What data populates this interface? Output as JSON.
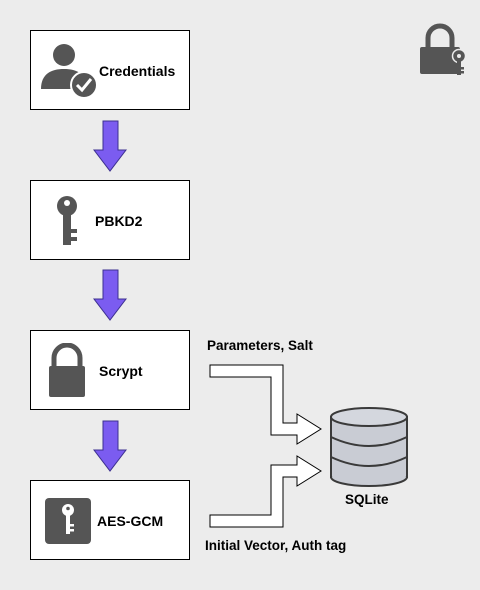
{
  "steps": [
    {
      "label": "Credentials",
      "icon": "user-check-icon"
    },
    {
      "label": "PBKD2",
      "icon": "key-icon"
    },
    {
      "label": "Scrypt",
      "icon": "padlock-icon"
    },
    {
      "label": "AES-GCM",
      "icon": "key-square-icon"
    }
  ],
  "storage": {
    "label": "SQLite",
    "icon": "database-icon"
  },
  "annotations": {
    "scrypt_output": "Parameters, Salt",
    "aes_output": "Initial Vector, Auth tag"
  },
  "corner_icon": "lock-key-icon",
  "colors": {
    "arrow_fill": "#7b5cf0",
    "icon_gray": "#555555",
    "background": "#ececec"
  }
}
